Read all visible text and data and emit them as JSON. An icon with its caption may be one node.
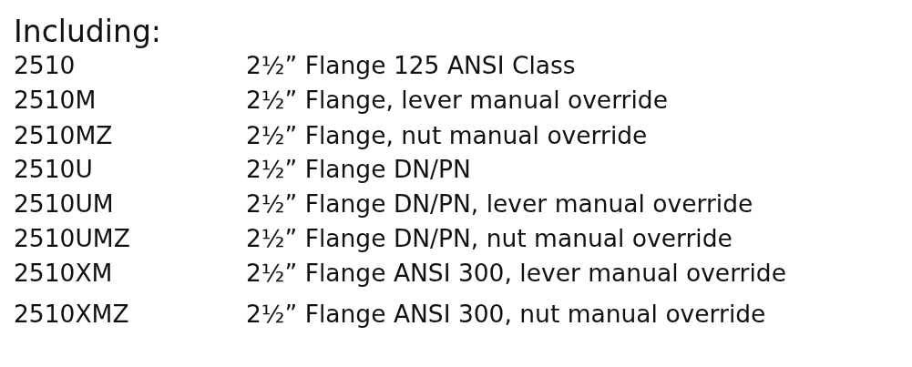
{
  "diagram": {
    "labels": [
      "Including:",
      "2510",
      "2½” Flange 125 ANSI Class",
      "2510M",
      "2½” Flange, lever manual override",
      "2510MZ",
      "2½” Flange, nut manual override",
      "2510U",
      "2½” Flange DN/PN",
      "2510UM",
      "2½” Flange DN/PN, lever manual override",
      "2510UMZ",
      "2½” Flange DN/PN, nut manual override",
      "2510XM",
      "2½” Flange ANSI 300, lever manual override",
      "2510XMZ",
      "2½” Flange ANSI 300, nut manual override"
    ]
  }
}
